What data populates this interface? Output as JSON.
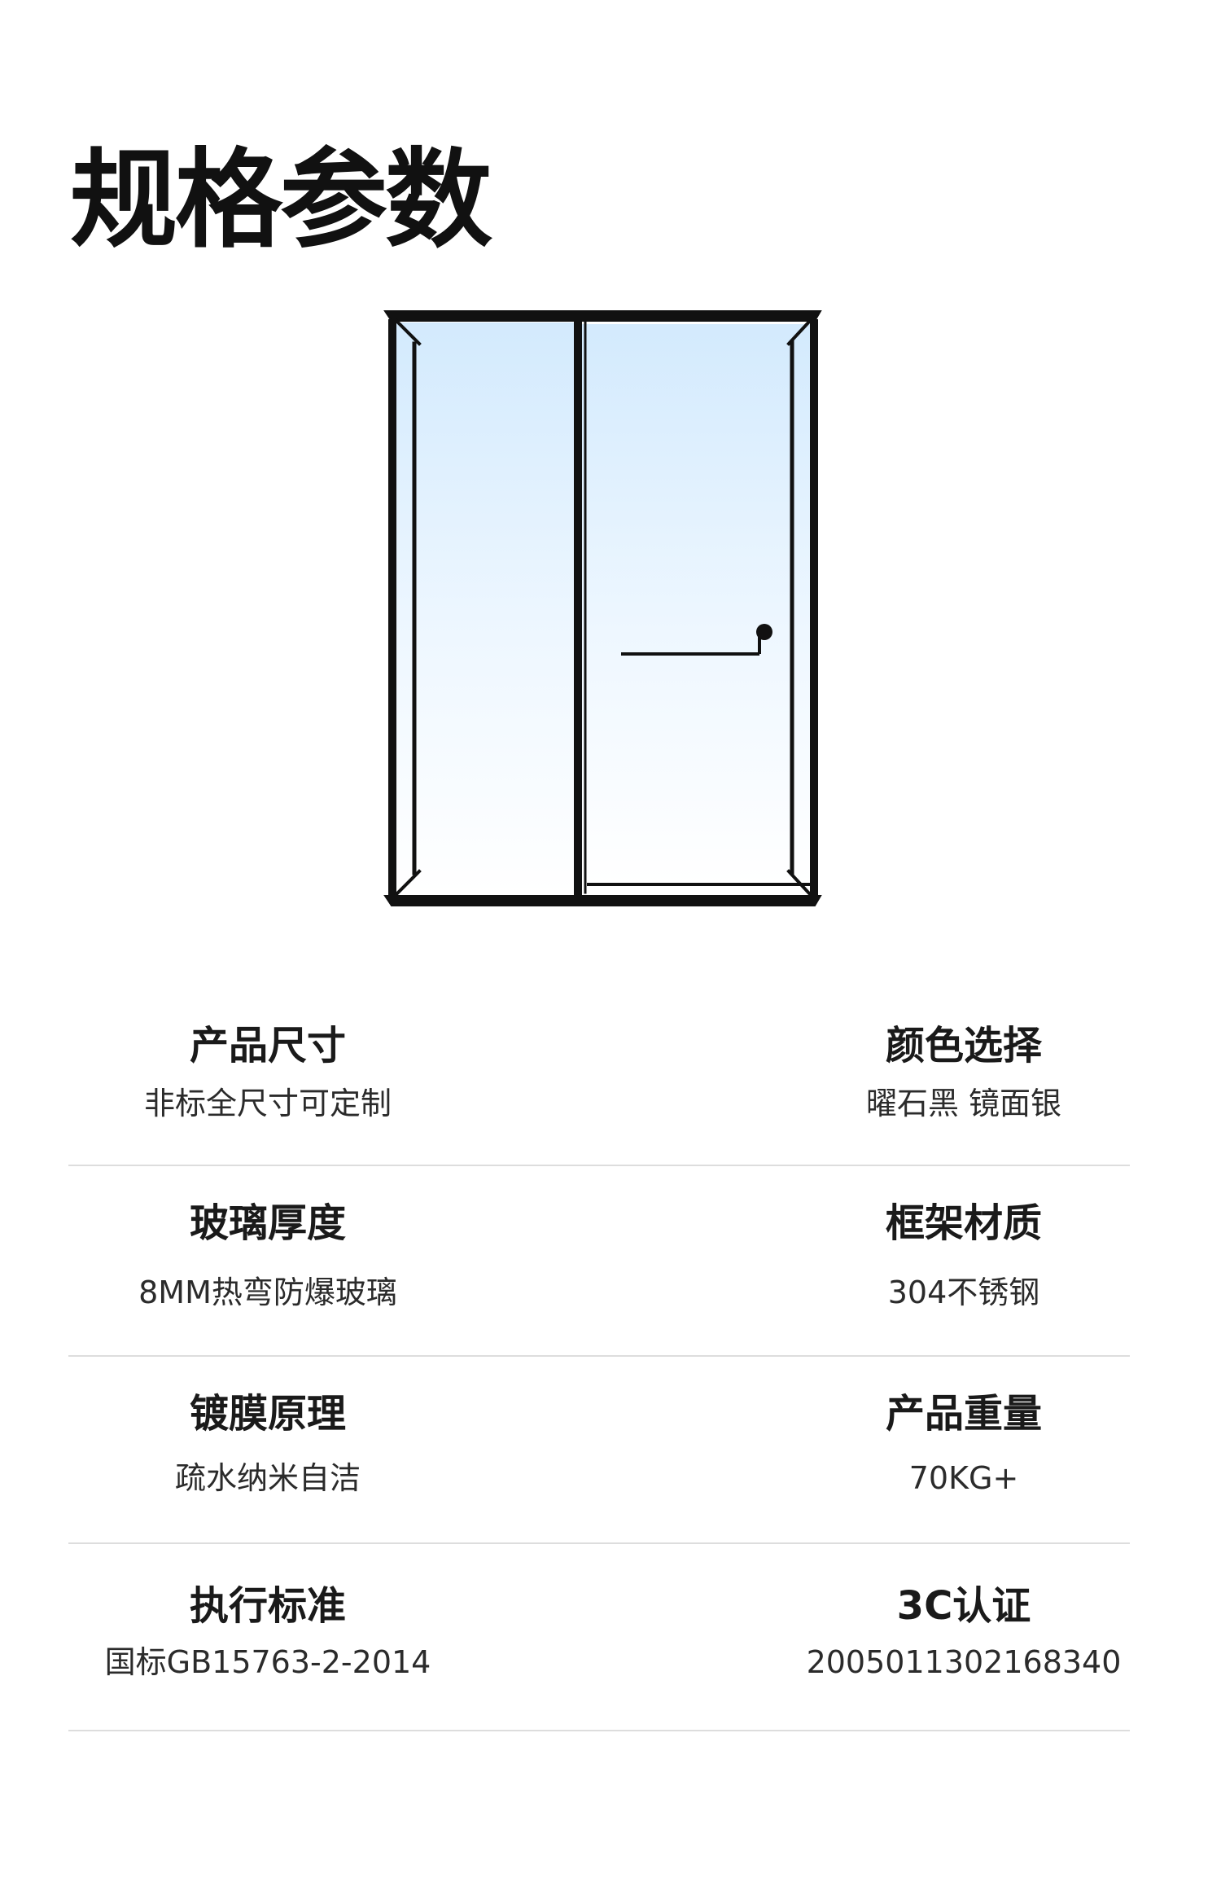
{
  "page": {
    "title": "规格参数"
  },
  "product_image": {
    "icon": "shower-enclosure-drawing",
    "frame_color": "#111111",
    "glass_color": "#dcefff"
  },
  "specs": {
    "rows": [
      {
        "left": {
          "label": "产品尺寸",
          "value": "非标全尺寸可定制"
        },
        "right": {
          "label": "颜色选择",
          "value": "曜石黑 镜面银"
        }
      },
      {
        "left": {
          "label": "玻璃厚度",
          "value": "8MM热弯防爆玻璃"
        },
        "right": {
          "label": "框架材质",
          "value": "304不锈钢"
        }
      },
      {
        "left": {
          "label": "镀膜原理",
          "value": "疏水纳米自洁"
        },
        "right": {
          "label": "产品重量",
          "value": "70KG+"
        }
      },
      {
        "left": {
          "label": "执行标准",
          "value": "国标GB15763-2-2014"
        },
        "right": {
          "label": "3C认证",
          "value": "2005011302168340"
        }
      }
    ]
  }
}
